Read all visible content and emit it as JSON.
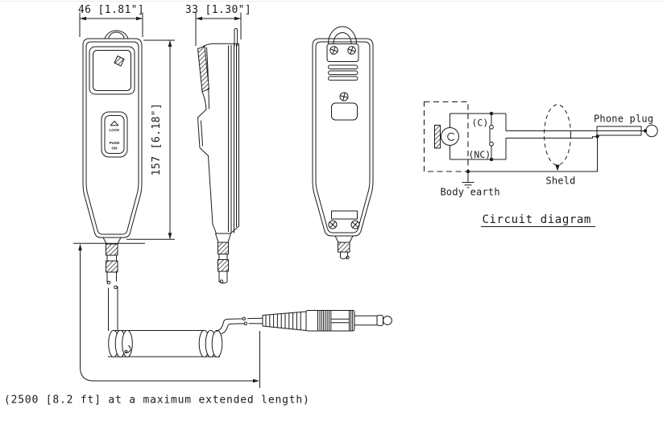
{
  "page": {
    "background": "#ffffff",
    "line_color": "#1b1b1b"
  },
  "views": {
    "front": {
      "rocker_button": {
        "lock_label": "LOCK",
        "push_label": "PUSH",
        "on_label": "ON"
      }
    }
  },
  "dimensions": {
    "front_width": "46 [1.81\"]",
    "side_depth": "33 [1.30\"]",
    "body_height": "157 [6.18\"]",
    "cable_note": "(2500 [8.2 ft] at a maximum extended length)"
  },
  "circuit": {
    "title": "Circuit diagram",
    "phone_plug_label": "Phone plug",
    "shield_label": "Sheld",
    "body_earth_label": "Body earth",
    "contact_common_label": "(C)",
    "contact_nc_label": "(NC)"
  }
}
